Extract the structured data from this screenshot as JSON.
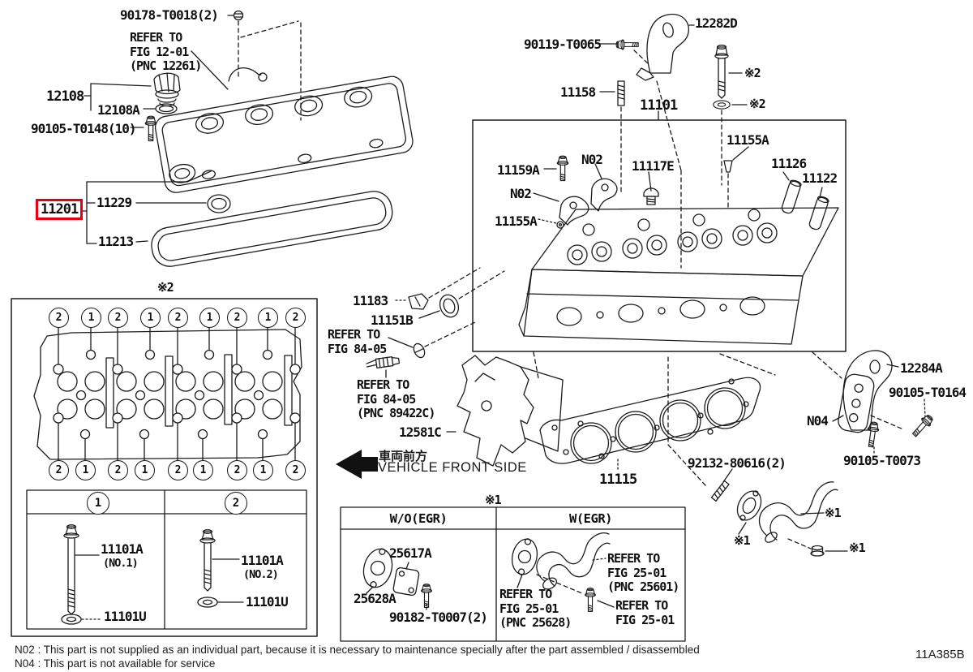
{
  "diagram_code": "11A385B",
  "colors": {
    "highlight_red": "#e8000d",
    "line": "#1a1a1a",
    "background": "#ffffff"
  },
  "labels": {
    "p90178": "90178-T0018(2)",
    "refer_fig12": "REFER TO\nFIG 12-01\n(PNC 12261)",
    "p12108": "12108",
    "p12108a": "12108A",
    "p90105_t0148": "90105-T0148(10)",
    "p11201": "11201",
    "p11229": "11229",
    "p11213": "11213",
    "p90119": "90119-T0065",
    "p12282d": "12282D",
    "p11158": "11158",
    "p11101": "11101",
    "p11155a": "11155A",
    "p11159a": "11159A",
    "n02": "N02",
    "p11117e": "11117E",
    "p11126": "11126",
    "p11122": "11122",
    "p11183": "11183",
    "p11151b": "11151B",
    "refer_fig84": "REFER TO\nFIG 84-05",
    "refer_fig84_pnc": "REFER TO\nFIG 84-05\n(PNC 89422C)",
    "p12581c": "12581C",
    "front_jp": "車両前方",
    "front_en": "VEHICLE FRONT SIDE",
    "p11115": "11115",
    "p92132": "92132-80616(2)",
    "p12284a": "12284A",
    "p90105_t0164": "90105-T0164",
    "n04": "N04",
    "p90105_t0073": "90105-T0073",
    "star1": "※1",
    "star2": "※2"
  },
  "torque_diagram": {
    "marker": "※2",
    "top": [
      "2",
      "1",
      "2",
      "1",
      "2",
      "1",
      "2",
      "1",
      "2"
    ],
    "bottom": [
      "2",
      "1",
      "2",
      "1",
      "2",
      "1",
      "2",
      "1",
      "2"
    ]
  },
  "bolt_table": {
    "col1_no": "1",
    "col2_no": "2",
    "col1_part": "11101A",
    "col1_note": "(NO.1)",
    "col1_washer": "11101U",
    "col2_part": "11101A",
    "col2_note": "(NO.2)",
    "col2_washer": "11101U"
  },
  "egr_table": {
    "marker": "※1",
    "header_left": "W/O(EGR)",
    "header_right": "W(EGR)",
    "p25617a": "25617A",
    "p25628a": "25628A",
    "p90182": "90182-T0007(2)",
    "refer_25601": "REFER TO\nFIG 25-01\n(PNC 25601)",
    "refer_25628": "REFER TO\nFIG 25-01\n(PNC 25628)",
    "refer_2501": "REFER TO\nFIG 25-01"
  },
  "notes": {
    "n02": "N02 : This part is not supplied as an individual part, because it is necessary to maintenance specially after the part assembled / disassembled",
    "n04": "N04 : This part is not available for service"
  }
}
